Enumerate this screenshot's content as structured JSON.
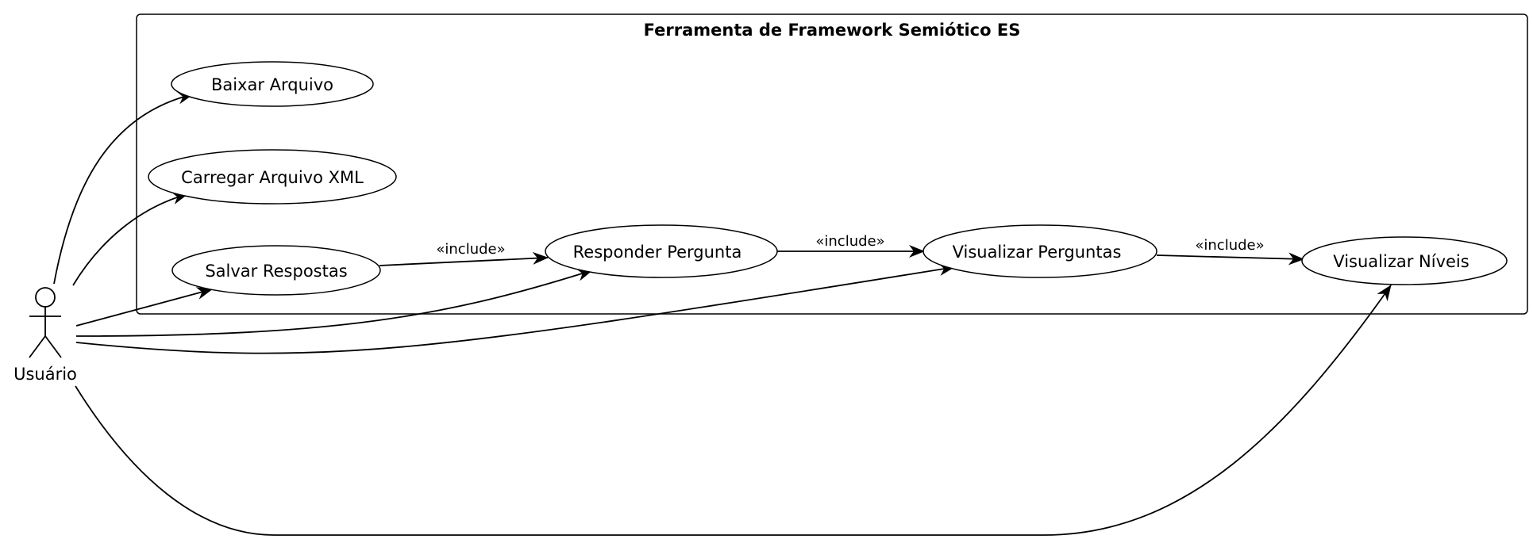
{
  "system": {
    "title": "Ferramenta de Framework Semiótico ES"
  },
  "actor": {
    "name": "Usuário",
    "icon": "stick-figure-icon"
  },
  "use_cases": [
    {
      "id": "baixar",
      "label": "Baixar Arquivo"
    },
    {
      "id": "carregar",
      "label": "Carregar Arquivo XML"
    },
    {
      "id": "salvar",
      "label": "Salvar Respostas"
    },
    {
      "id": "responder",
      "label": "Responder Pergunta"
    },
    {
      "id": "vis_perguntas",
      "label": "Visualizar Perguntas"
    },
    {
      "id": "vis_niveis",
      "label": "Visualizar Níveis"
    }
  ],
  "relationships": [
    {
      "from": "salvar",
      "to": "responder",
      "label": "«include»"
    },
    {
      "from": "responder",
      "to": "vis_perguntas",
      "label": "«include»"
    },
    {
      "from": "vis_perguntas",
      "to": "vis_niveis",
      "label": "«include»"
    }
  ],
  "associations": [
    {
      "from": "actor",
      "to": "baixar"
    },
    {
      "from": "actor",
      "to": "carregar"
    },
    {
      "from": "actor",
      "to": "salvar"
    },
    {
      "from": "actor",
      "to": "responder"
    },
    {
      "from": "actor",
      "to": "vis_perguntas"
    },
    {
      "from": "actor",
      "to": "vis_niveis"
    }
  ],
  "colors": {
    "stroke": "#000000",
    "background": "#ffffff"
  }
}
